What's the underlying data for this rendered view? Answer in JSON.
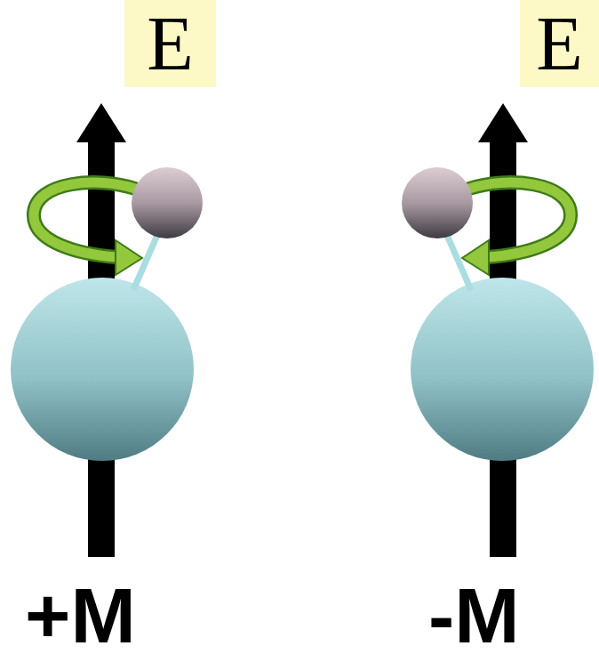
{
  "diagram": {
    "nodes": [
      {
        "text": [
          "E"
        ]
      },
      {
        "text": [
          "E"
        ]
      }
    ],
    "labels": [
      "+M",
      "-M"
    ]
  }
}
